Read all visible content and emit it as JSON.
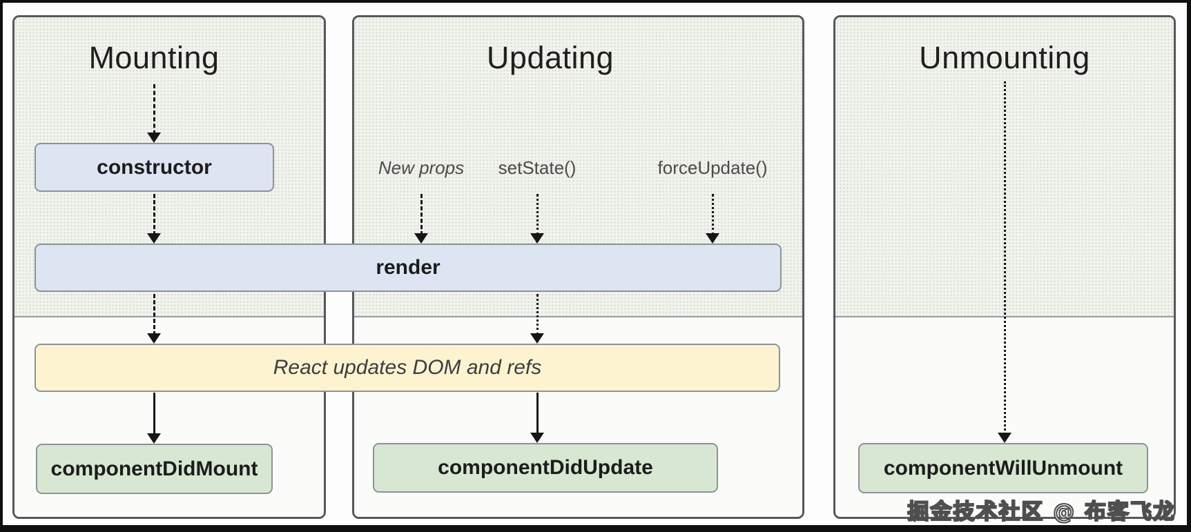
{
  "columns": [
    {
      "title": "Mounting"
    },
    {
      "title": "Updating"
    },
    {
      "title": "Unmounting"
    }
  ],
  "triggers": {
    "new_props": "New props",
    "set_state": "setState()",
    "force_update": "forceUpdate()"
  },
  "boxes": {
    "ctor": "constructor",
    "render": "render",
    "react_updates": "React updates DOM and refs",
    "did_mount": "componentDidMount",
    "did_update": "componentDidUpdate",
    "will_unmount": "componentWillUnmount"
  },
  "watermark": "掘金技术社区 @ 布客飞龙",
  "colors": {
    "lifecycle_box_bg": "#dce5f1",
    "dom_update_box_bg": "#fdf3d0",
    "effect_box_bg": "#d8e7d2",
    "render_phase_bg": "#f1f3ed",
    "commit_phase_bg": "#fbfcf9",
    "box_border": "#8b9298",
    "column_border": "#54585a",
    "arrow_color": "#161616"
  }
}
